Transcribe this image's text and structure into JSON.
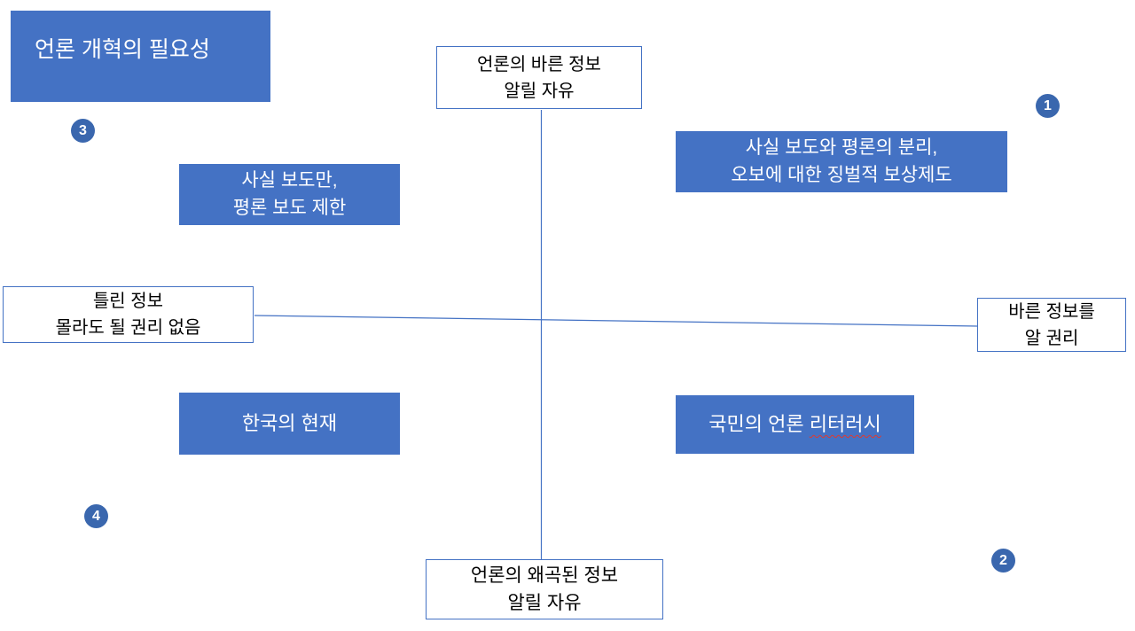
{
  "colors": {
    "box_blue": "#4472C4",
    "box_border_blue": "#4472C4",
    "axis_line_blue": "#4472C4",
    "badge_blue": "#3a67ae",
    "text_white": "#ffffff",
    "text_black": "#000000",
    "spellcheck_red": "#e03a2f"
  },
  "title": {
    "text": "언론 개혁의 필요성"
  },
  "axis_labels": {
    "top": [
      "언론의 바른 정보",
      "알릴 자유"
    ],
    "bottom": [
      "언론의 왜곡된 정보",
      "알릴 자유"
    ],
    "left": [
      "틀린 정보",
      "몰라도 될 권리 없음"
    ],
    "right": [
      "바른 정보를",
      "알 권리"
    ]
  },
  "quadrant_boxes": {
    "separation": [
      "사실 보도와 평론의 분리,",
      "오보에 대한 징벌적 보상제도"
    ],
    "fact_only": [
      "사실 보도만,",
      "평론 보도 제한"
    ],
    "korea_present": "한국의 현재",
    "literacy_prefix": "국민의 언론 ",
    "literacy_underlined": "리터러시"
  },
  "badges": [
    "1",
    "2",
    "3",
    "4"
  ]
}
